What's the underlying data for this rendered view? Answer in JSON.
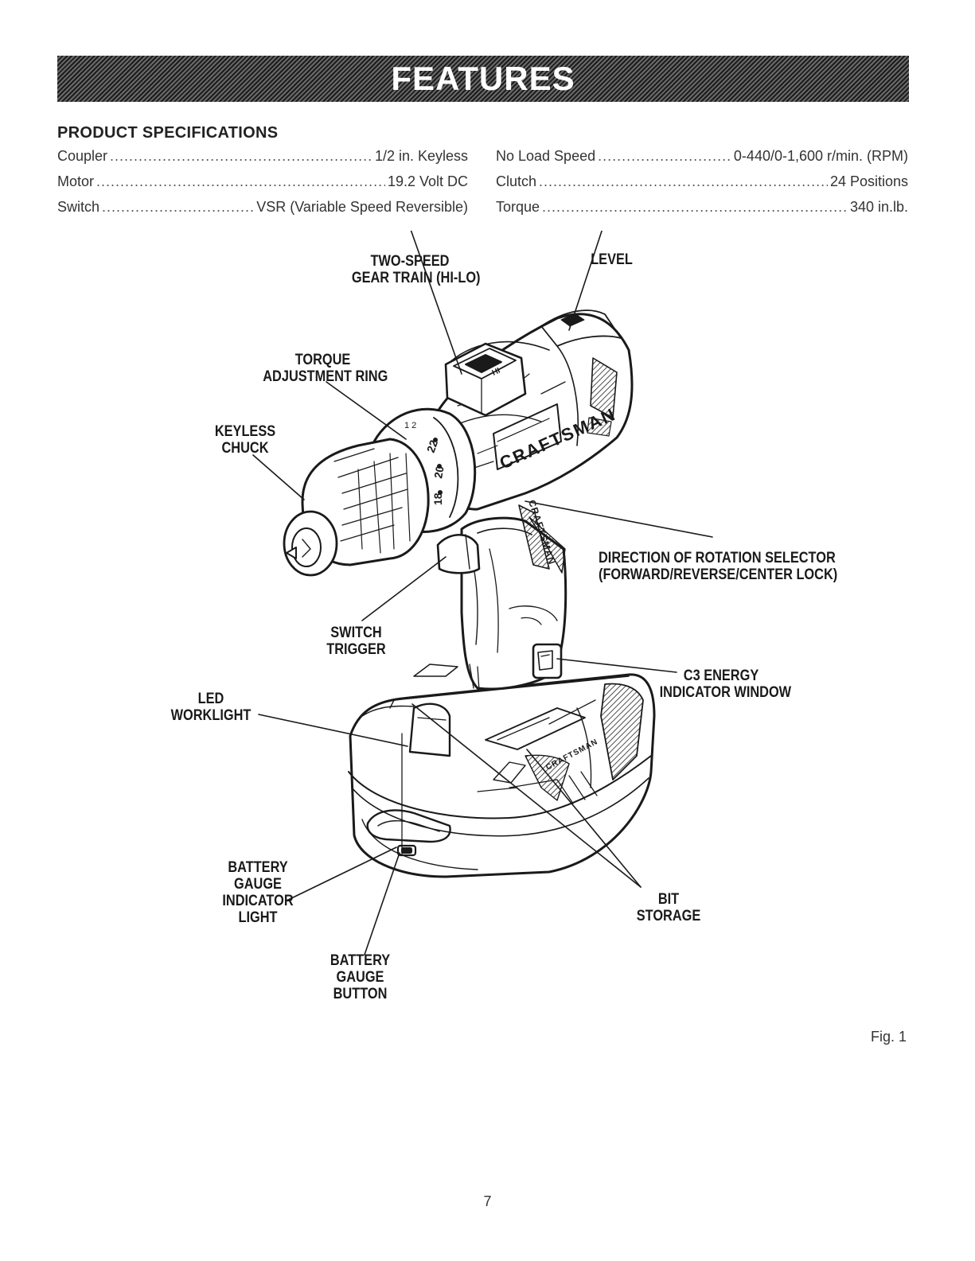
{
  "header": {
    "title": "FEATURES"
  },
  "specs": {
    "heading": "PRODUCT SPECIFICATIONS",
    "left": [
      {
        "label": "Coupler",
        "value": "1/2 in. Keyless"
      },
      {
        "label": "Motor",
        "value": "19.2 Volt DC"
      },
      {
        "label": "Switch",
        "value": "VSR (Variable Speed Reversible)"
      }
    ],
    "right": [
      {
        "label": "No Load Speed",
        "value": "0-440/0-1,600 r/min. (RPM)"
      },
      {
        "label": "Clutch",
        "value": "24 Positions"
      },
      {
        "label": "Torque",
        "value": "340 in.lb."
      }
    ]
  },
  "figure": {
    "callouts": {
      "two_speed": "TWO-SPEED\nGEAR TRAIN (HI-LO)",
      "level": "LEVEL",
      "torque_ring": "TORQUE\nADJUSTMENT RING",
      "keyless_chuck": "KEYLESS\nCHUCK",
      "direction_selector": "DIRECTION OF ROTATION SELECTOR\n(FORWARD/REVERSE/CENTER LOCK)",
      "switch_trigger": "SWITCH\nTRIGGER",
      "c3_window": "C3 ENERGY\nINDICATOR WINDOW",
      "led_worklight": "LED\nWORKLIGHT",
      "battery_gauge_light": "BATTERY\nGAUGE\nINDICATOR\nLIGHT",
      "bit_storage": "BIT\nSTORAGE",
      "battery_gauge_button": "BATTERY\nGAUGE\nBUTTON"
    },
    "brand_marks": [
      "CRAFTSMAN",
      "CRAFTSMAN",
      "CRAFTSMAN"
    ],
    "torque_scale": [
      "22",
      "20",
      "18"
    ],
    "speed_marks": [
      "1",
      "2"
    ],
    "label": "Fig. 1"
  },
  "footer": {
    "page_number": "7"
  }
}
